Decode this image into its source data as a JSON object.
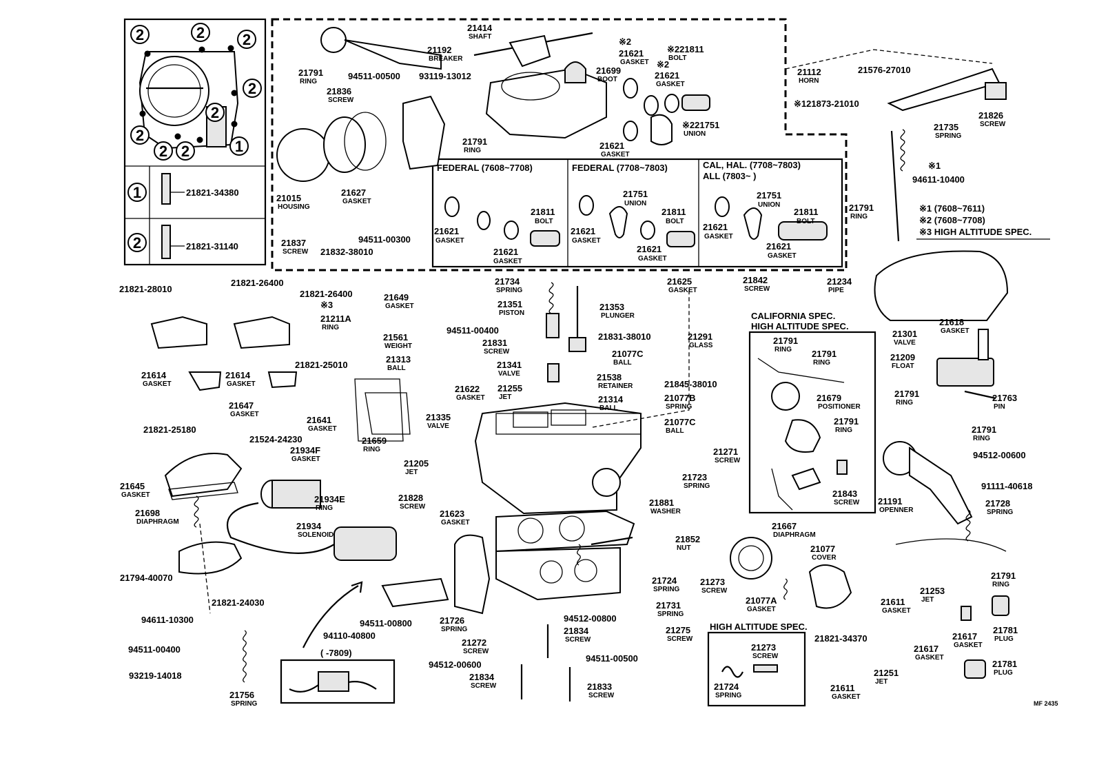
{
  "inset": {
    "callout_marks": [
      "2",
      "2",
      "2",
      "2",
      "2",
      "2",
      "2",
      "2",
      "1"
    ],
    "legend": [
      {
        "mark": "1",
        "part": "21821-34380"
      },
      {
        "mark": "2",
        "part": "21821-31140"
      }
    ]
  },
  "variant_table": {
    "columns": [
      {
        "header": "FEDERAL (7608~7708)",
        "items": [
          {
            "no": "21621",
            "name": "GASKET"
          },
          {
            "no": "21811",
            "name": "BOLT"
          },
          {
            "no": "21621",
            "name": "GASKET"
          }
        ]
      },
      {
        "header": "FEDERAL (7708~7803)",
        "items": [
          {
            "no": "21751",
            "name": "UNION"
          },
          {
            "no": "21811",
            "name": "BOLT"
          },
          {
            "no": "21621",
            "name": "GASKET"
          },
          {
            "no": "21621",
            "name": "GASKET"
          }
        ]
      },
      {
        "header": "CAL, HAL. (7708~7803)",
        "header2": "ALL          (7803~        )",
        "items": [
          {
            "no": "21751",
            "name": "UNION"
          },
          {
            "no": "21811",
            "name": "BOLT"
          },
          {
            "no": "21621",
            "name": "GASKET"
          },
          {
            "no": "21621",
            "name": "GASKET"
          }
        ]
      }
    ]
  },
  "notes": [
    "※1 (7608~7611)",
    "※2 (7608~7708)",
    "※3 HIGH ALTITUDE SPEC."
  ],
  "sections": {
    "california": "CALIFORNIA SPEC.",
    "high_altitude_1": "HIGH ALTITUDE SPEC.",
    "high_altitude_2": "HIGH ALTITUDE SPEC.",
    "date_box": "(      -7809)"
  },
  "labels": [
    {
      "no": "21414",
      "name": "SHAFT"
    },
    {
      "no": "21192",
      "name": "BREAKER"
    },
    {
      "no": "21791",
      "name": "RING"
    },
    {
      "no": "94511-00500",
      "name": ""
    },
    {
      "no": "93119-13012",
      "name": ""
    },
    {
      "no": "21836",
      "name": "SCREW"
    },
    {
      "no": "21699",
      "name": "BOOT"
    },
    {
      "no": "※2",
      "name": ""
    },
    {
      "no": "21621",
      "name": "GASKET"
    },
    {
      "no": "※221811",
      "name": "BOLT"
    },
    {
      "no": "※2",
      "name": ""
    },
    {
      "no": "21621",
      "name": "GASKET"
    },
    {
      "no": "21112",
      "name": "HORN"
    },
    {
      "no": "21576-27010",
      "name": ""
    },
    {
      "no": "※121873-21010",
      "name": ""
    },
    {
      "no": "21826",
      "name": "SCREW"
    },
    {
      "no": "※221751",
      "name": "UNION"
    },
    {
      "no": "21621",
      "name": "GASKET"
    },
    {
      "no": "21791",
      "name": "RING"
    },
    {
      "no": "21735",
      "name": "SPRING"
    },
    {
      "no": "※1",
      "name": ""
    },
    {
      "no": "94611-10400",
      "name": ""
    },
    {
      "no": "21015",
      "name": "HOUSING"
    },
    {
      "no": "21627",
      "name": "GASKET"
    },
    {
      "no": "21837",
      "name": "SCREW"
    },
    {
      "no": "21832-38010",
      "name": ""
    },
    {
      "no": "94511-00300",
      "name": ""
    },
    {
      "no": "21791",
      "name": "RING"
    },
    {
      "no": "21821-28010",
      "name": ""
    },
    {
      "no": "21821-26400",
      "name": ""
    },
    {
      "no": "21821-26400",
      "name": ""
    },
    {
      "no": "※3",
      "name": ""
    },
    {
      "no": "21211A",
      "name": "RING"
    },
    {
      "no": "21649",
      "name": "GASKET"
    },
    {
      "no": "21734",
      "name": "SPRING"
    },
    {
      "no": "21351",
      "name": "PISTON"
    },
    {
      "no": "21353",
      "name": "PLUNGER"
    },
    {
      "no": "21625",
      "name": "GASKET"
    },
    {
      "no": "21842",
      "name": "SCREW"
    },
    {
      "no": "21234",
      "name": "PIPE"
    },
    {
      "no": "94511-00400",
      "name": ""
    },
    {
      "no": "21561",
      "name": "WEIGHT"
    },
    {
      "no": "21831",
      "name": "SCREW"
    },
    {
      "no": "21831-38010",
      "name": ""
    },
    {
      "no": "21291",
      "name": "GLASS"
    },
    {
      "no": "21301",
      "name": "VALVE"
    },
    {
      "no": "21618",
      "name": "GASKET"
    },
    {
      "no": "21313",
      "name": "BALL"
    },
    {
      "no": "21341",
      "name": "VALVE"
    },
    {
      "no": "21077C",
      "name": "BALL"
    },
    {
      "no": "21209",
      "name": "FLOAT"
    },
    {
      "no": "21614",
      "name": "GASKET"
    },
    {
      "no": "21614",
      "name": "GASKET"
    },
    {
      "no": "21821-25010",
      "name": ""
    },
    {
      "no": "21622",
      "name": "GASKET"
    },
    {
      "no": "21255",
      "name": "JET"
    },
    {
      "no": "21538",
      "name": "RETAINER"
    },
    {
      "no": "21845-38010",
      "name": ""
    },
    {
      "no": "21314",
      "name": "BALL"
    },
    {
      "no": "21077B",
      "name": "SPRING"
    },
    {
      "no": "21763",
      "name": "PIN"
    },
    {
      "no": "21647",
      "name": "GASKET"
    },
    {
      "no": "21641",
      "name": "GASKET"
    },
    {
      "no": "21335",
      "name": "VALVE"
    },
    {
      "no": "21077C",
      "name": "BALL"
    },
    {
      "no": "21791",
      "name": "RING"
    },
    {
      "no": "21791",
      "name": "RING"
    },
    {
      "no": "21679",
      "name": "POSITIONER"
    },
    {
      "no": "21791",
      "name": "RING"
    },
    {
      "no": "21791",
      "name": "RING"
    },
    {
      "no": "21791",
      "name": "RING"
    },
    {
      "no": "21821-25180",
      "name": ""
    },
    {
      "no": "21524-24230",
      "name": ""
    },
    {
      "no": "21659",
      "name": "RING"
    },
    {
      "no": "21934F",
      "name": "GASKET"
    },
    {
      "no": "21271",
      "name": "SCREW"
    },
    {
      "no": "94512-00600",
      "name": ""
    },
    {
      "no": "21205",
      "name": "JET"
    },
    {
      "no": "21645",
      "name": "GASKET"
    },
    {
      "no": "21723",
      "name": "SPRING"
    },
    {
      "no": "91111-40618",
      "name": ""
    },
    {
      "no": "21934E",
      "name": "RING"
    },
    {
      "no": "21828",
      "name": "SCREW"
    },
    {
      "no": "21881",
      "name": "WASHER"
    },
    {
      "no": "21843",
      "name": "SCREW"
    },
    {
      "no": "21191",
      "name": "OPENNER"
    },
    {
      "no": "21728",
      "name": "SPRING"
    },
    {
      "no": "21934",
      "name": "SOLENOID"
    },
    {
      "no": "21623",
      "name": "GASKET"
    },
    {
      "no": "21698",
      "name": "DIAPHRAGM"
    },
    {
      "no": "21667",
      "name": "DIAPHRAGM"
    },
    {
      "no": "21852",
      "name": "NUT"
    },
    {
      "no": "21077",
      "name": "COVER"
    },
    {
      "no": "21724",
      "name": "SPRING"
    },
    {
      "no": "21273",
      "name": "SCREW"
    },
    {
      "no": "21791",
      "name": "RING"
    },
    {
      "no": "21794-40070",
      "name": ""
    },
    {
      "no": "21821-24030",
      "name": ""
    },
    {
      "no": "21077A",
      "name": "GASKET"
    },
    {
      "no": "21731",
      "name": "SPRING"
    },
    {
      "no": "21253",
      "name": "JET"
    },
    {
      "no": "21611",
      "name": "GASKET"
    },
    {
      "no": "94611-10300",
      "name": ""
    },
    {
      "no": "94511-00800",
      "name": ""
    },
    {
      "no": "21726",
      "name": "SPRING"
    },
    {
      "no": "94512-00800",
      "name": ""
    },
    {
      "no": "94110-40800",
      "name": ""
    },
    {
      "no": "21834",
      "name": "SCREW"
    },
    {
      "no": "21275",
      "name": "SCREW"
    },
    {
      "no": "21617",
      "name": "GASKET"
    },
    {
      "no": "21781",
      "name": "PLUG"
    },
    {
      "no": "94511-00400",
      "name": ""
    },
    {
      "no": "21272",
      "name": "SCREW"
    },
    {
      "no": "21821-34370",
      "name": ""
    },
    {
      "no": "21273",
      "name": "SCREW"
    },
    {
      "no": "94512-00600",
      "name": ""
    },
    {
      "no": "94511-00500",
      "name": ""
    },
    {
      "no": "21617",
      "name": "GASKET"
    },
    {
      "no": "93219-14018",
      "name": ""
    },
    {
      "no": "21834",
      "name": "SCREW"
    },
    {
      "no": "21833",
      "name": "SCREW"
    },
    {
      "no": "21724",
      "name": "SPRING"
    },
    {
      "no": "21251",
      "name": "JET"
    },
    {
      "no": "21781",
      "name": "PLUG"
    },
    {
      "no": "21756",
      "name": "SPRING"
    },
    {
      "no": "21611",
      "name": "GASKET"
    }
  ],
  "footer_code": "MF 2435"
}
